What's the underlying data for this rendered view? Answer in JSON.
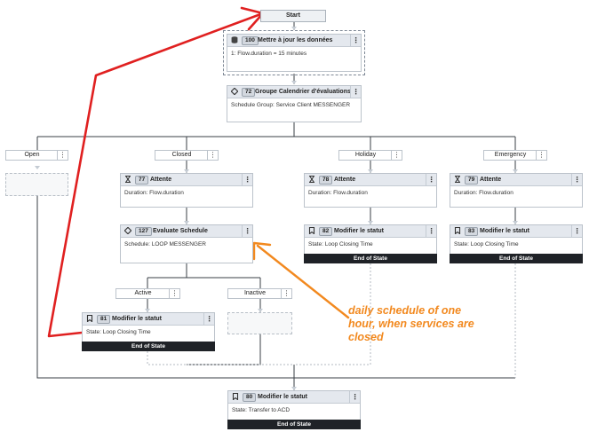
{
  "start": {
    "label": "Start"
  },
  "nodes": {
    "update_data": {
      "number": "100",
      "title": "Mettre à jour les données",
      "body": "1: Flow.duration = 15 minutes",
      "icon": "database-icon"
    },
    "schedule_group": {
      "number": "72",
      "title": "Groupe Calendrier d'évaluations",
      "body": "Schedule Group: Service Client MESSENGER",
      "icon": "diamond-icon"
    },
    "wait_closed": {
      "number": "77",
      "title": "Attente",
      "body": "Duration: Flow.duration",
      "icon": "hourglass-icon"
    },
    "wait_holiday": {
      "number": "78",
      "title": "Attente",
      "body": "Duration: Flow.duration",
      "icon": "hourglass-icon"
    },
    "wait_emergency": {
      "number": "79",
      "title": "Attente",
      "body": "Duration: Flow.duration",
      "icon": "hourglass-icon"
    },
    "evaluate_schedule": {
      "number": "127",
      "title": "Evaluate Schedule",
      "body": "Schedule: LOOP MESSENGER",
      "icon": "diamond-icon"
    },
    "status_holiday": {
      "number": "82",
      "title": "Modifier le statut",
      "body": "State: Loop Closing Time",
      "footer": "End of State",
      "icon": "bookmark-icon"
    },
    "status_emergency": {
      "number": "83",
      "title": "Modifier le statut",
      "body": "State: Loop Closing Time",
      "footer": "End of State",
      "icon": "bookmark-icon"
    },
    "status_active": {
      "number": "81",
      "title": "Modifier le statut",
      "body": "State: Loop Closing Time",
      "footer": "End of State",
      "icon": "bookmark-icon"
    },
    "status_final": {
      "number": "80",
      "title": "Modifier le statut",
      "body": "State: Transfer to ACD",
      "footer": "End of State",
      "icon": "bookmark-icon"
    }
  },
  "branches": {
    "open": "Open",
    "closed": "Closed",
    "holiday": "Holiday",
    "emergency": "Emergency",
    "active": "Active",
    "inactive": "Inactive"
  },
  "menu_glyph": "⋮",
  "annotation": {
    "line1": "daily schedule of one",
    "line2": "hour, when services are",
    "line3": "closed"
  },
  "colors": {
    "arrow_red": "#e02020",
    "arrow_orange": "#f2891f",
    "connector": "#3a3f45",
    "dashed_connector": "#b3bac2",
    "end_of_state": "#1f2227"
  }
}
